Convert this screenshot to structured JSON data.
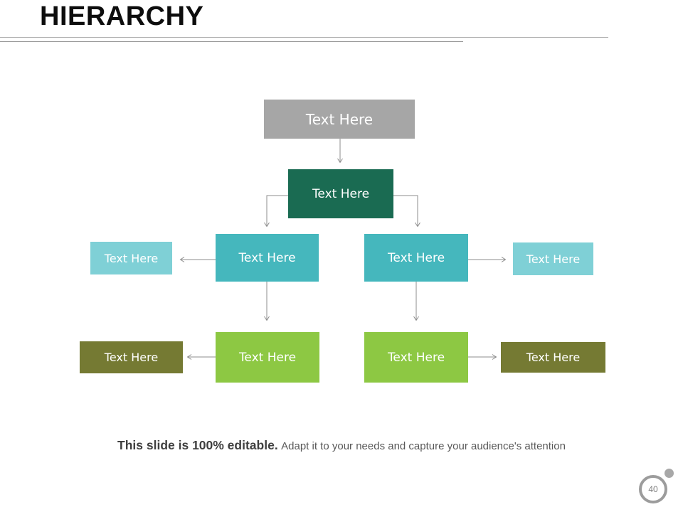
{
  "slide": {
    "title": "HIERARCHY",
    "footer_bold": "This slide is 100% editable.",
    "footer_regular": "Adapt it to your needs and capture your audience's attention",
    "page_number": "40"
  },
  "nodes": {
    "root": {
      "label": "Text Here"
    },
    "level2": {
      "label": "Text Here"
    },
    "level3_left": {
      "label": "Text Here"
    },
    "level3_right": {
      "label": "Text Here"
    },
    "level3_far_left": {
      "label": "Text Here"
    },
    "level3_far_right": {
      "label": "Text Here"
    },
    "level4_left": {
      "label": "Text Here"
    },
    "level4_right": {
      "label": "Text Here"
    },
    "level4_far_left": {
      "label": "Text Here"
    },
    "level4_far_right": {
      "label": "Text Here"
    }
  },
  "colors": {
    "root_gray": "#a6a6a6",
    "dark_green": "#1a6b52",
    "teal": "#45b7bd",
    "light_teal": "#7fd0d6",
    "lime_green": "#8dc843",
    "olive": "#757a33",
    "connector": "#8c8c8c",
    "box_text": "#ffffff",
    "title_text": "#0d0d0d",
    "rule_light": "#ababab",
    "rule_dark": "#989898",
    "footer_bold_color": "#3f3f3f",
    "footer_regular_color": "#595959",
    "badge_ring": "#9c9c9c",
    "badge_dot": "#a8a8a8",
    "badge_text": "#7f7f7f"
  }
}
